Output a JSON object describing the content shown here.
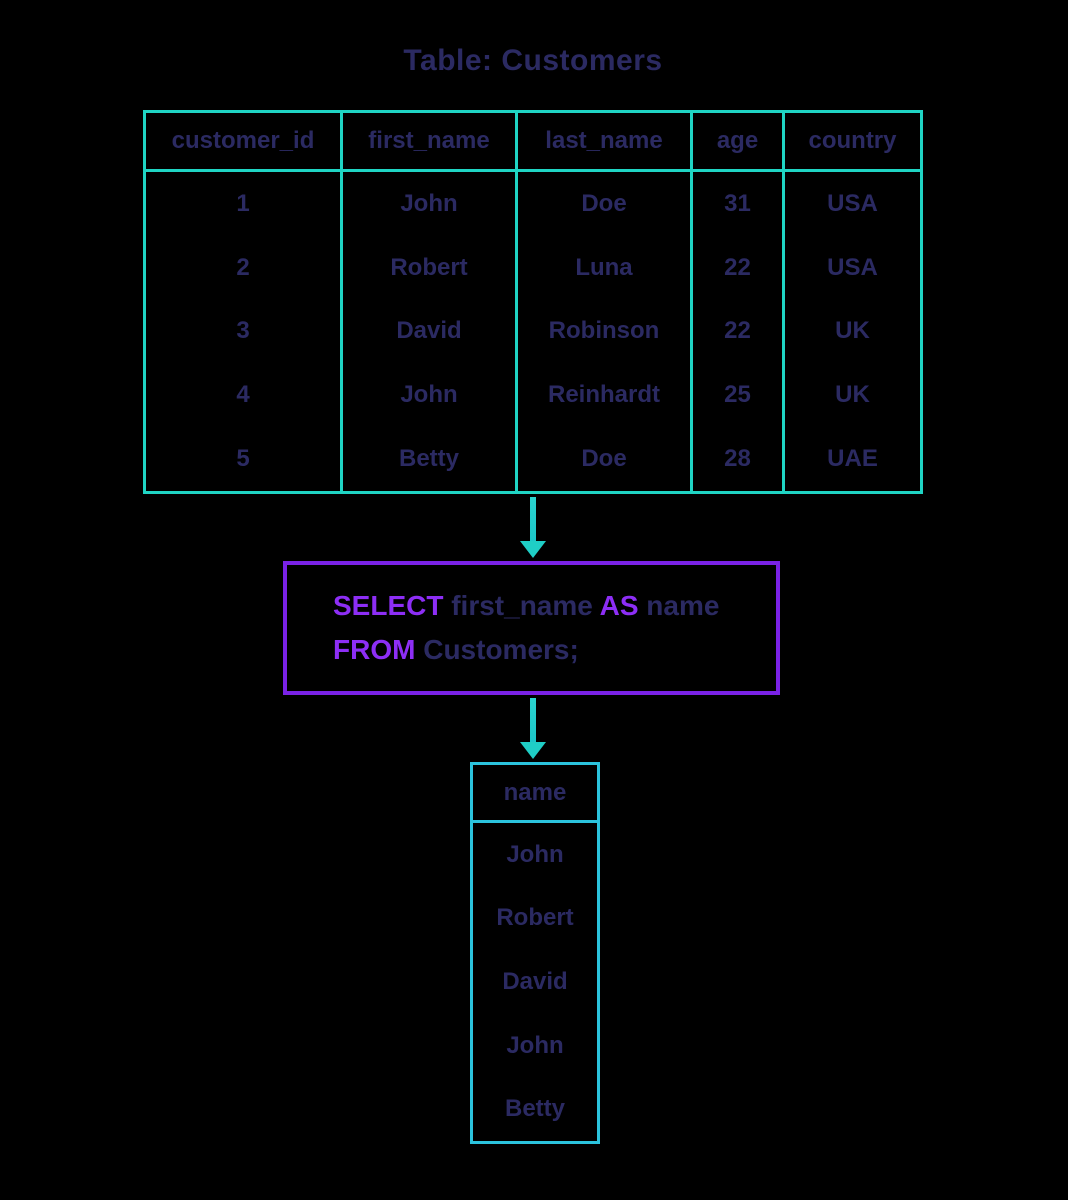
{
  "colors": {
    "background": "#000000",
    "table_border_teal": "#1fd5c4",
    "result_border_cyan": "#2bc3dd",
    "query_border_purple": "#7a22e6",
    "keyword_purple": "#8d2ef5",
    "text_navy": "#2b2a62"
  },
  "title": "Table: Customers",
  "customers_table": {
    "columns": [
      {
        "name": "customer_id",
        "values": [
          "1",
          "2",
          "3",
          "4",
          "5"
        ]
      },
      {
        "name": "first_name",
        "values": [
          "John",
          "Robert",
          "David",
          "John",
          "Betty"
        ]
      },
      {
        "name": "last_name",
        "values": [
          "Doe",
          "Luna",
          "Robinson",
          "Reinhardt",
          "Doe"
        ]
      },
      {
        "name": "age",
        "values": [
          "31",
          "22",
          "22",
          "25",
          "28"
        ]
      },
      {
        "name": "country",
        "values": [
          "USA",
          "USA",
          "UK",
          "UK",
          "UAE"
        ]
      }
    ]
  },
  "query": {
    "select_keyword": "SELECT ",
    "select_column": "first_name ",
    "as_keyword": "AS ",
    "alias": "name",
    "from_keyword": "FROM ",
    "from_table": "Customers;"
  },
  "result_table": {
    "header": "name",
    "values": [
      "John",
      "Robert",
      "David",
      "John",
      "Betty"
    ]
  }
}
